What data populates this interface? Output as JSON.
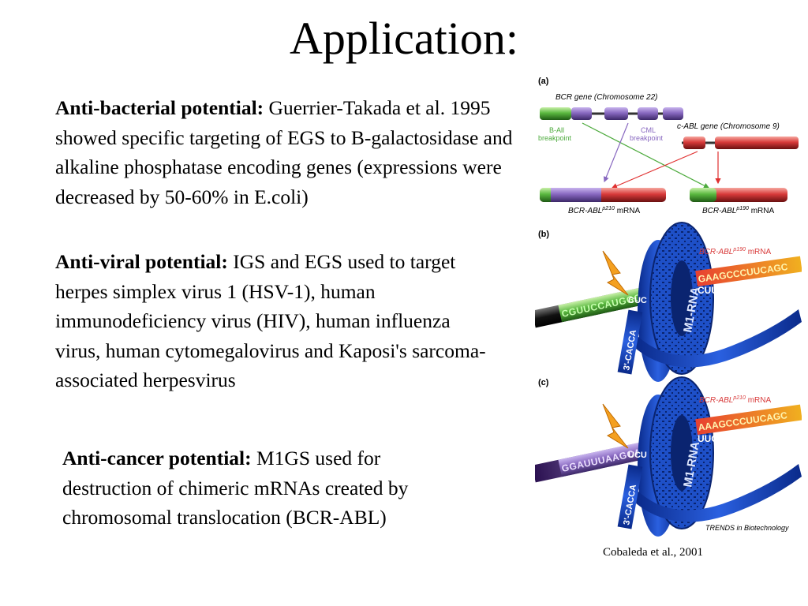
{
  "slide": {
    "title": "Application:",
    "paragraphs": [
      {
        "heading": "Anti-bacterial potential:",
        "body": " Guerrier-Takada et al. 1995 showed specific targeting of EGS to B-galactosidase and alkaline phosphatase encoding genes (expressions were decreased by 50-60% in E.coli)"
      },
      {
        "heading": "Anti-viral potential:",
        "body": " IGS and EGS used to target herpes simplex virus 1 (HSV-1), human immunodeficiency virus (HIV), human influenza virus, human cytomegalovirus and Kaposi's sarcoma-associated herpesvirus"
      },
      {
        "heading": "Anti-cancer potential:",
        "body": " M1GS used for destruction of chimeric mRNAs created by chromosomal translocation (BCR-ABL)"
      }
    ],
    "citation": "Cobaleda et al., 2001"
  },
  "figure": {
    "panel_a": {
      "label": "(a)",
      "bcr_gene": "BCR gene (Chromosome 22)",
      "ball_breakpoint": [
        "B-All",
        "breakpoint"
      ],
      "cml_breakpoint": [
        "CML",
        "breakpoint"
      ],
      "cabl_gene": "c-ABL gene (Chromosome 9)",
      "mrna_p210": {
        "prefix": "BCR-ABL",
        "sup": "p210",
        "suffix": " mRNA"
      },
      "mrna_p190": {
        "prefix": "BCR-ABL",
        "sup": "p190",
        "suffix": " mRNA"
      }
    },
    "panel_b": {
      "label": "(b)",
      "mrna_label": {
        "prefix": "BCR-ABL",
        "sup": "p190",
        "suffix": " mRNA"
      },
      "top_seq": "GAAGCCCUUCAGC",
      "bottom_seq": "CUUCGGGAAG",
      "left_seq": "CGUUCCAUGGCAG",
      "left_short": "CUC",
      "ribozyme": "M1-RNA",
      "tail": "3'-CACCA"
    },
    "panel_c": {
      "label": "(c)",
      "mrna_label": {
        "prefix": "BCR-ABL",
        "sup": "p210",
        "suffix": " mRNA"
      },
      "top_seq": "AAAGCCCUUCAGC",
      "bottom_seq": "UUCGGGAAG",
      "left_seq": "GGAUUUAAGCAGA",
      "left_short": "UCU",
      "ribozyme": "M1-RNA",
      "tail": "3'-CACCA"
    },
    "source": "TRENDS in Biotechnology"
  },
  "colors": {
    "text": "#000000",
    "bcr_purple": "#8868c0",
    "abl_red": "#d83a3a",
    "exon_green": "#5ab840",
    "ribozyme_blue": "#1e50c8",
    "bolt_orange": "#f4a020",
    "arrow_green": "#4caa3c",
    "arrow_red": "#e03030"
  }
}
